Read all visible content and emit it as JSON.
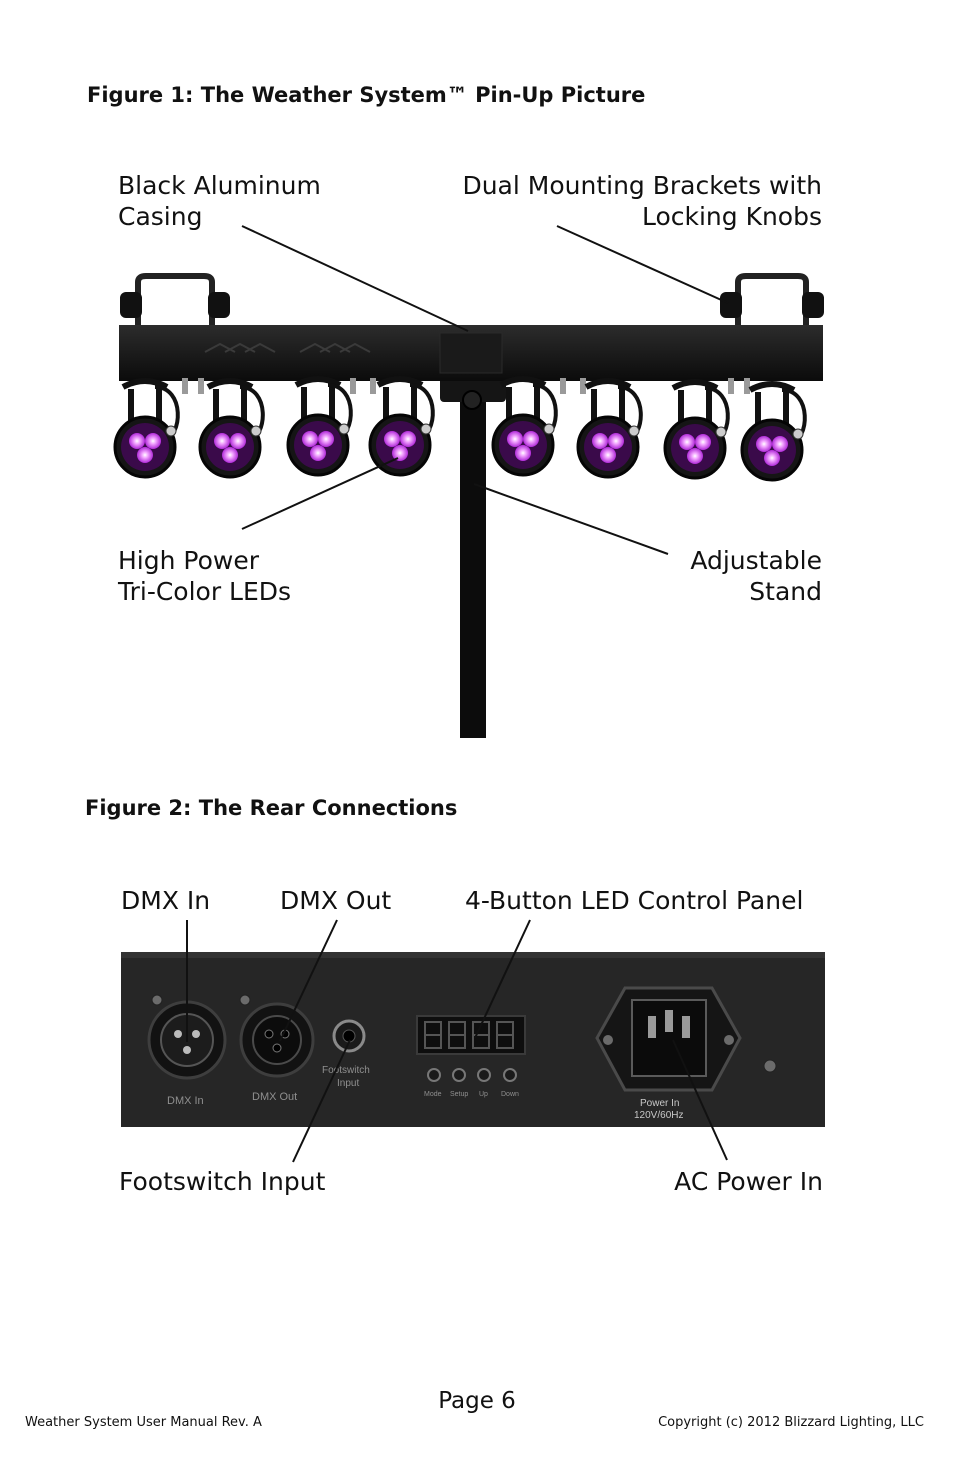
{
  "figure1": {
    "title": "Figure 1:  The Weather System™ Pin-Up Picture",
    "labels": {
      "casing": [
        "Black Aluminum",
        "Casing"
      ],
      "brackets": [
        "Dual Mounting Brackets with",
        "Locking Knobs"
      ],
      "leds": [
        "High Power",
        "Tri-Color LEDs"
      ],
      "stand": [
        "Adjustable",
        "Stand"
      ]
    }
  },
  "figure2": {
    "title": "Figure 2: The Rear Connections",
    "labels": {
      "dmx_in": "DMX In",
      "dmx_out": "DMX Out",
      "control_panel": "4-Button LED Control Panel",
      "footswitch": "Footswitch Input",
      "ac_power": "AC Power In"
    },
    "panel_print": {
      "dmx_in": "DMX In",
      "dmx_out": "DMX Out",
      "footswitch": [
        "Footswitch",
        "Input"
      ],
      "buttons": [
        "Mode",
        "Setup",
        "Up",
        "Down"
      ],
      "power": [
        "Power In",
        "120V/60Hz"
      ]
    }
  },
  "footer": {
    "page": "Page 6",
    "left": "Weather System User Manual Rev. A",
    "right": "Copyright (c) 2012 Blizzard Lighting, LLC"
  },
  "colors": {
    "led_glow": "#e85cff",
    "led_core": "#ffffff",
    "casing": "#111111",
    "panel": "#262626"
  }
}
